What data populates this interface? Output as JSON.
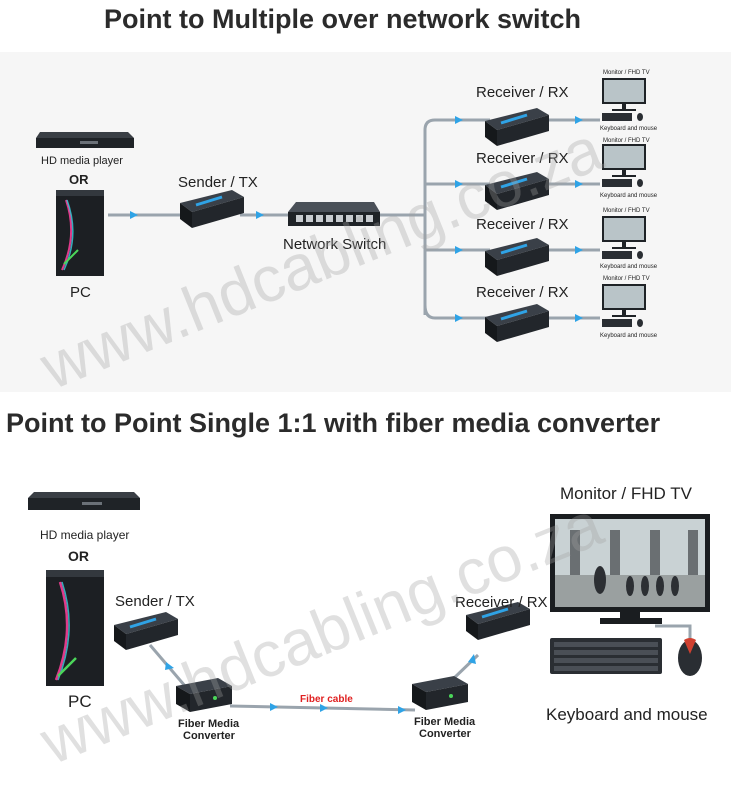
{
  "section1": {
    "title": "Point to Multiple over network switch",
    "source_hd": "HD media player",
    "source_or": "OR",
    "source_pc": "PC",
    "sender": "Sender / TX",
    "switch": "Network Switch",
    "receivers": [
      "Receiver / RX",
      "Receiver / RX",
      "Receiver / RX",
      "Receiver / RX"
    ],
    "display_labels": [
      "Monitor / FHD TV",
      "Monitor / FHD TV",
      "Monitor / FHD TV",
      "Monitor / FHD TV"
    ],
    "input_labels": [
      "Keyboard and mouse",
      "Keyboard and mouse",
      "Keyboard and mouse",
      "Keyboard and mouse"
    ]
  },
  "section2": {
    "title": "Point to Point Single 1:1 with fiber media converter",
    "source_hd": "HD media player",
    "source_or": "OR",
    "source_pc": "PC",
    "sender": "Sender / TX",
    "converter_left": [
      "Fiber Media",
      "Converter"
    ],
    "fiber": "Fiber cable",
    "converter_right": [
      "Fiber Media",
      "Converter"
    ],
    "receiver": "Receiver / RX",
    "monitor": "Monitor / FHD TV",
    "keyboard": "Keyboard and mouse"
  },
  "watermark": "www.hdcabling.co.za",
  "colors": {
    "cable": "#9aa4ad",
    "arrow": "#2fa3e6",
    "fiber_label": "#e02020",
    "device": "#1f2327"
  }
}
